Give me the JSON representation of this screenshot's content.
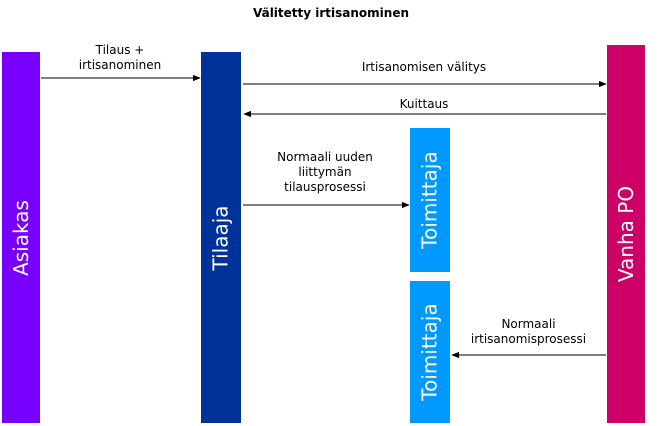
{
  "title": "Välitetty irtisanominen",
  "lanes": {
    "asiakas": "Asiakas",
    "tilaaja": "Tilaaja",
    "vanha_po": "Vanha PO",
    "toimittaja_1": "Toimittaja",
    "toimittaja_2": "Toimittaja"
  },
  "messages": {
    "m1": "Tilaus + irtisanominen",
    "m2": "Irtisanomisen välitys",
    "m3": "Kuittaus",
    "m4": "Normaali uuden liittymän tilausprosessi",
    "m5": "Normaali irtisanomisprosessi"
  },
  "colors": {
    "asiakas": "#7700ff",
    "tilaaja": "#003399",
    "vanha_po": "#cc0066",
    "toimittaja": "#0099ff"
  }
}
